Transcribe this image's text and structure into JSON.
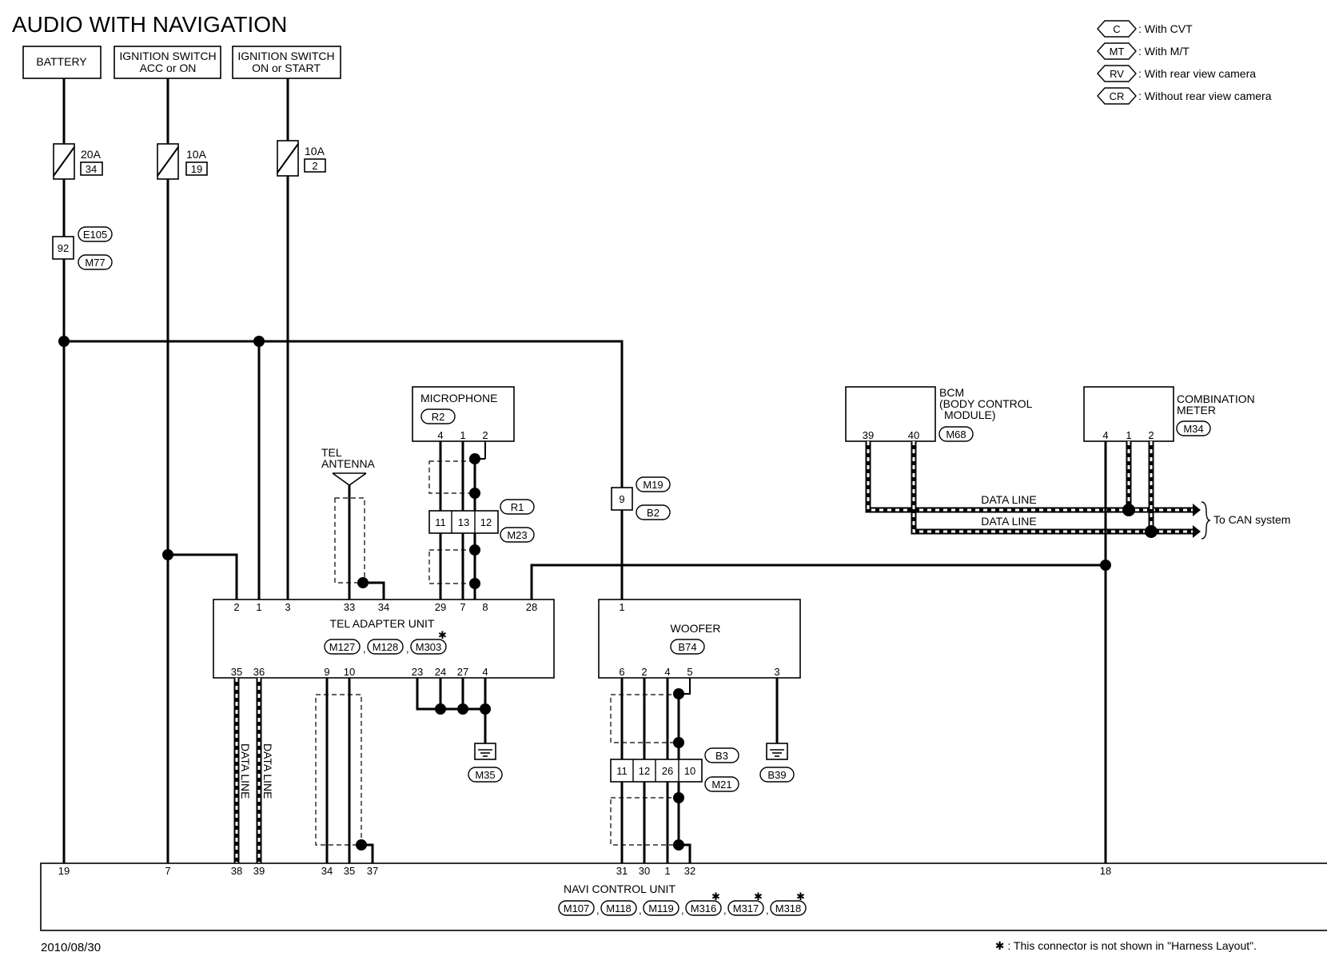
{
  "title": "AUDIO WITH NAVIGATION",
  "date": "2010/08/30",
  "footnote": "✱ : This connector is not shown in \"Harness Layout\".",
  "legend": [
    {
      "code": "C",
      "text": ": With CVT"
    },
    {
      "code": "MT",
      "text": ": With M/T"
    },
    {
      "code": "RV",
      "text": ": With rear view camera"
    },
    {
      "code": "CR",
      "text": ": Without rear view camera"
    }
  ],
  "power": {
    "battery": "BATTERY",
    "ign_acc_1": "IGNITION SWITCH",
    "ign_acc_2": "ACC or ON",
    "ign_on_1": "IGNITION SWITCH",
    "ign_on_2": "ON or START"
  },
  "fuses": [
    {
      "rating": "20A",
      "number": "34"
    },
    {
      "rating": "10A",
      "number": "19"
    },
    {
      "rating": "10A",
      "number": "2"
    }
  ],
  "connectors": {
    "j92": "92",
    "e105": "E105",
    "m77": "M77",
    "j9": "9",
    "m19": "M19",
    "b2": "B2",
    "r1": "R1",
    "m23": "M23",
    "b3": "B3",
    "m21": "M21",
    "m35": "M35",
    "b39": "B39"
  },
  "microphone": {
    "name": "MICROPHONE",
    "conn": "R2",
    "pins": [
      "4",
      "1",
      "2"
    ]
  },
  "tel_antenna": {
    "line1": "TEL",
    "line2": "ANTENNA"
  },
  "r1_pins": [
    "11",
    "13",
    "12"
  ],
  "tel_adapter": {
    "name": "TEL ADAPTER UNIT",
    "conns": [
      "M127",
      "M128",
      "M303"
    ],
    "top_pins": [
      "2",
      "1",
      "3",
      "33",
      "34",
      "29",
      "7",
      "8",
      "28"
    ],
    "bottom_pins": [
      "35",
      "36",
      "9",
      "10",
      "23",
      "24",
      "27",
      "4"
    ]
  },
  "woofer": {
    "name": "WOOFER",
    "conn": "B74",
    "top_pin": "1",
    "bottom_pins": [
      "6",
      "2",
      "4",
      "5",
      "3"
    ]
  },
  "b3_pins": [
    "11",
    "12",
    "26",
    "10"
  ],
  "bcm": {
    "line1": "BCM",
    "line2": "(BODY CONTROL",
    "line3": "MODULE)",
    "conn": "M68",
    "pins": [
      "39",
      "40"
    ]
  },
  "meter": {
    "line1": "COMBINATION",
    "line2": "METER",
    "conn": "M34",
    "pins": [
      "4",
      "1",
      "2"
    ]
  },
  "data_line": "DATA LINE",
  "can_text": "To CAN system",
  "navi": {
    "name": "NAVI CONTROL UNIT",
    "conns": [
      "M107",
      "M118",
      "M119",
      "M316",
      "M317",
      "M318"
    ],
    "pins": [
      "19",
      "7",
      "38",
      "39",
      "34",
      "35",
      "37",
      "31",
      "30",
      "1",
      "32",
      "18"
    ]
  },
  "star": "✱",
  "sep": ","
}
